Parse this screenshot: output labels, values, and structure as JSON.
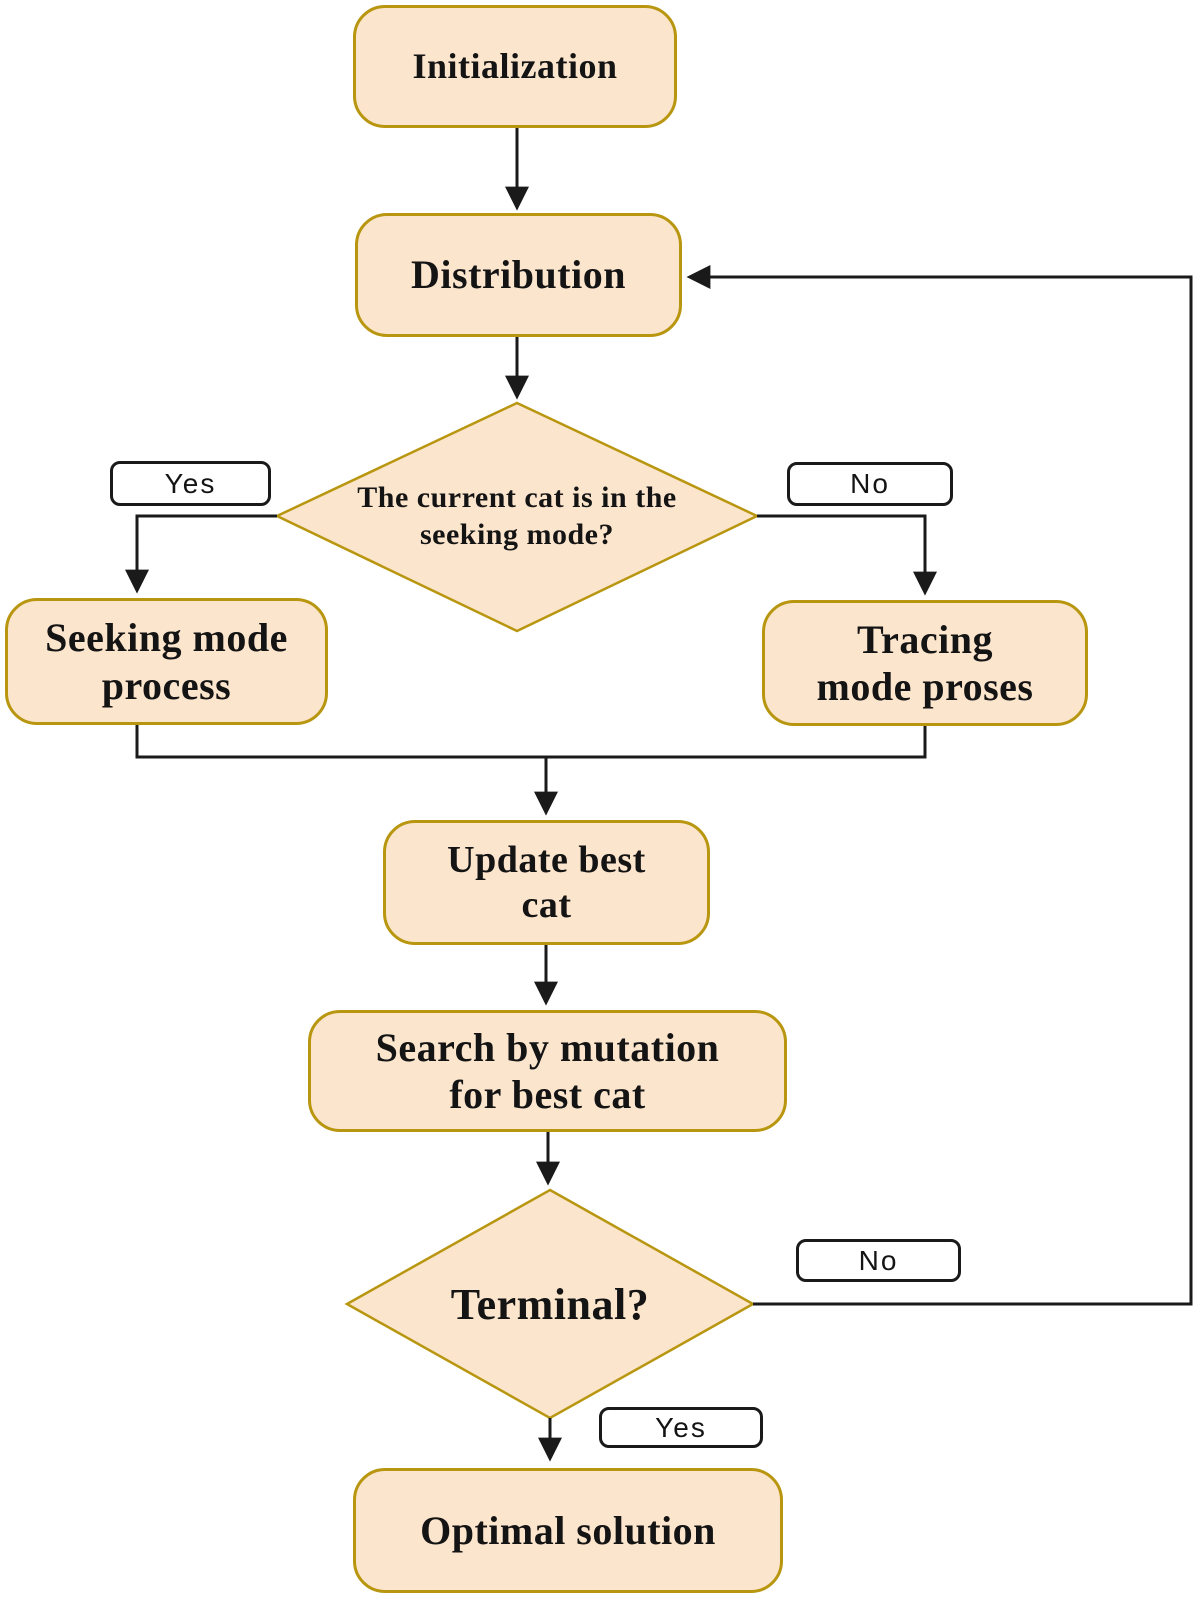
{
  "colors": {
    "node_fill": "#fce5cd",
    "node_border": "#b8960f",
    "line": "#1a1a1a",
    "text": "#141414",
    "label_fill": "#ffffff"
  },
  "nodes": {
    "initialization": {
      "label": "Initialization"
    },
    "distribution": {
      "label": "Distribution"
    },
    "seeking_decision": {
      "label": "The current cat is in the\nseeking mode?"
    },
    "seeking_mode": {
      "label": "Seeking mode\nprocess"
    },
    "tracing_mode": {
      "label": "Tracing\nmode proses"
    },
    "update_best_cat": {
      "label": "Update best\ncat"
    },
    "search_by_mutation": {
      "label": "Search by mutation\nfor best cat"
    },
    "terminal_decision": {
      "label": "Terminal?"
    },
    "optimal_solution": {
      "label": "Optimal solution"
    }
  },
  "edge_labels": {
    "seeking_yes": "Yes",
    "seeking_no": "No",
    "terminal_no": "No",
    "terminal_yes": "Yes"
  }
}
